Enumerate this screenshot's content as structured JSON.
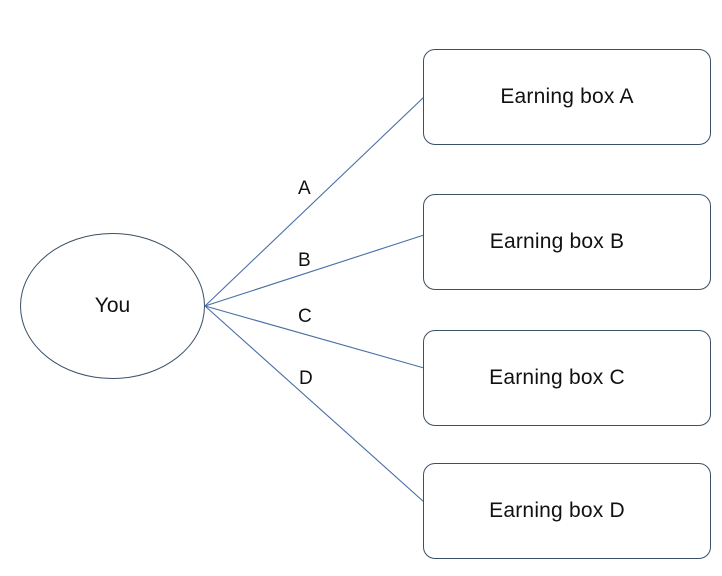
{
  "diagram": {
    "source": {
      "label": "You"
    },
    "targets": [
      {
        "label": "Earning box A"
      },
      {
        "label": "Earning box B"
      },
      {
        "label": "Earning box C"
      },
      {
        "label": "Earning box D"
      }
    ],
    "edges": [
      {
        "label": "A"
      },
      {
        "label": "B"
      },
      {
        "label": "C"
      },
      {
        "label": "D"
      }
    ],
    "colors": {
      "connector": "#4a6fa5",
      "border": "#3b5066"
    }
  }
}
